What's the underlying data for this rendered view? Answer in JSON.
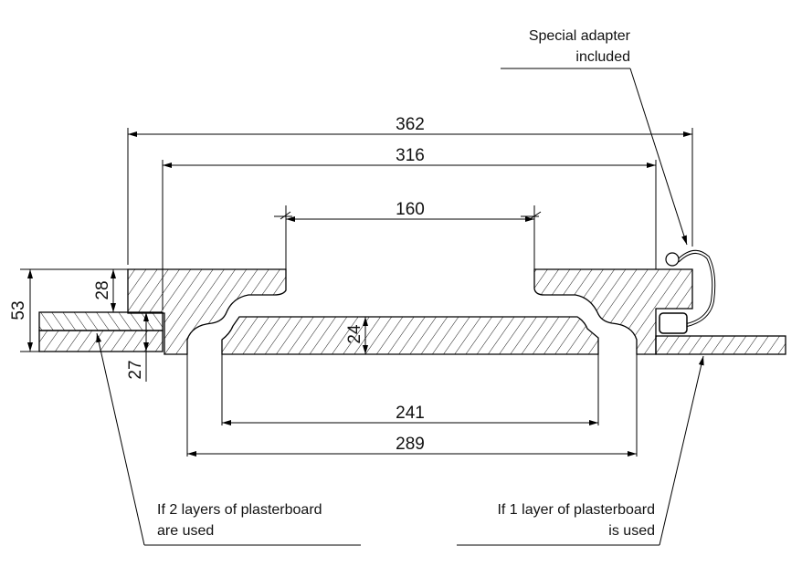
{
  "title": "Recessed frame cross-section",
  "dimensions": {
    "overall_width": "362",
    "frame_width": "316",
    "opening_top": "160",
    "total_height": "53",
    "flange_height": "28",
    "plasterboard_two_layers": "27",
    "panel_thickness": "24",
    "panel_width": "241",
    "opening_bottom": "289"
  },
  "annotations": {
    "adapter_line1": "Special adapter",
    "adapter_line2": "included",
    "two_layers_line1": "If 2 layers of plasterboard",
    "two_layers_line2": "are used",
    "one_layer_line1": "If 1 layer of plasterboard",
    "one_layer_line2": "is used"
  }
}
